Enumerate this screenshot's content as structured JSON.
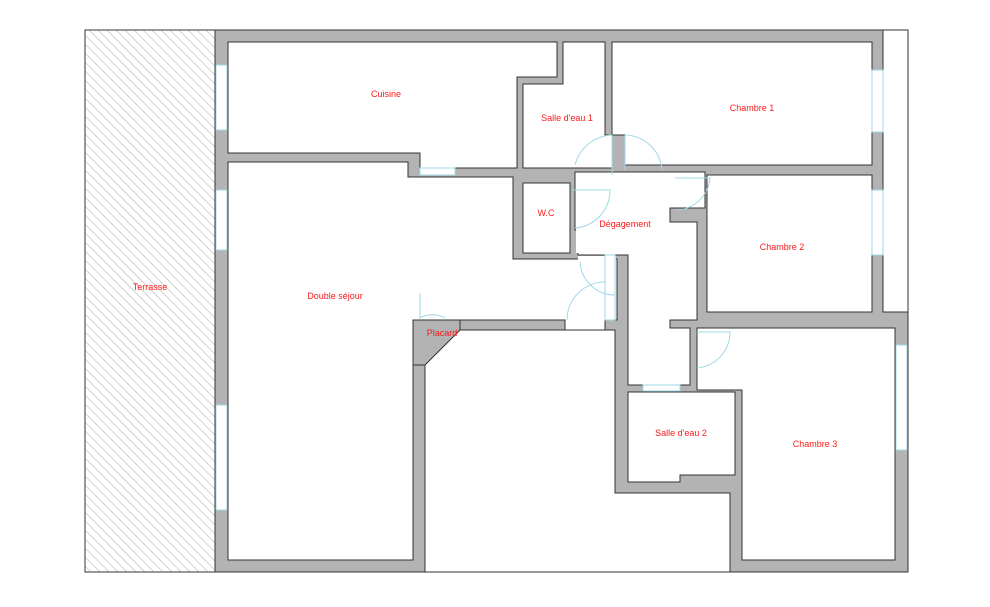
{
  "plan": {
    "colors": {
      "wall": "#b3b3b3",
      "label": "#ff1a1a",
      "opening": "#9fd8e6"
    },
    "rooms": {
      "terrasse": "Terrasse",
      "cuisine": "Cuisine",
      "salle_eau_1": "Salle d'eau 1",
      "chambre_1": "Chambre 1",
      "wc": "W.C",
      "degagement": "Dégagement",
      "chambre_2": "Chambre 2",
      "double_sejour": "Double séjour",
      "placard": "Placard",
      "salle_eau_2": "Salle d'eau 2",
      "chambre_3": "Chambre 3"
    }
  }
}
